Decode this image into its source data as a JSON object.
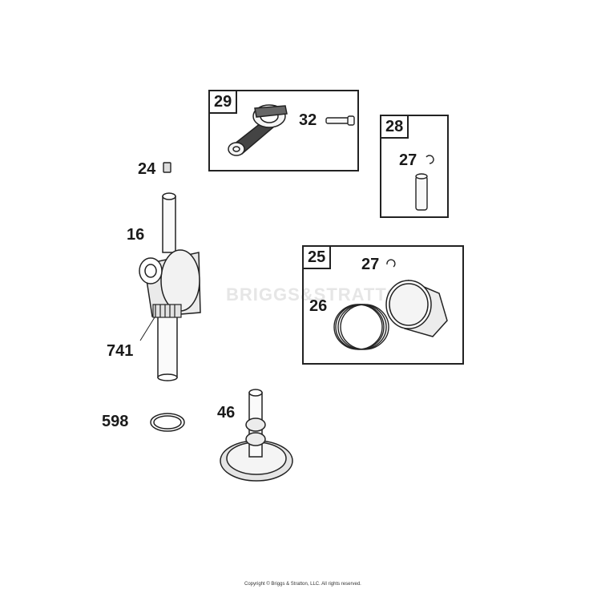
{
  "diagram": {
    "watermark": "BRIGGS&STRATTON",
    "copyright": "Copyright © Briggs & Stratton, LLC. All rights reserved.",
    "groups": [
      {
        "id": "29",
        "label": "29"
      },
      {
        "id": "28",
        "label": "28"
      },
      {
        "id": "25",
        "label": "25"
      }
    ],
    "callouts": {
      "c32": "32",
      "c27a": "27",
      "c27b": "27",
      "c26": "26",
      "c24": "24",
      "c16": "16",
      "c741": "741",
      "c598": "598",
      "c46": "46"
    },
    "parts": [
      {
        "number": "29",
        "icon": "connecting-rod-icon"
      },
      {
        "number": "32",
        "icon": "bolt-icon"
      },
      {
        "number": "27",
        "icon": "retainer-clip-icon"
      },
      {
        "number": "28",
        "icon": "piston-pin-icon"
      },
      {
        "number": "26",
        "icon": "piston-rings-icon"
      },
      {
        "number": "25",
        "icon": "piston-icon"
      },
      {
        "number": "24",
        "icon": "key-icon"
      },
      {
        "number": "16",
        "icon": "crankshaft-icon"
      },
      {
        "number": "741",
        "icon": "gear-icon"
      },
      {
        "number": "598",
        "icon": "seal-ring-icon"
      },
      {
        "number": "46",
        "icon": "camshaft-icon"
      }
    ]
  }
}
